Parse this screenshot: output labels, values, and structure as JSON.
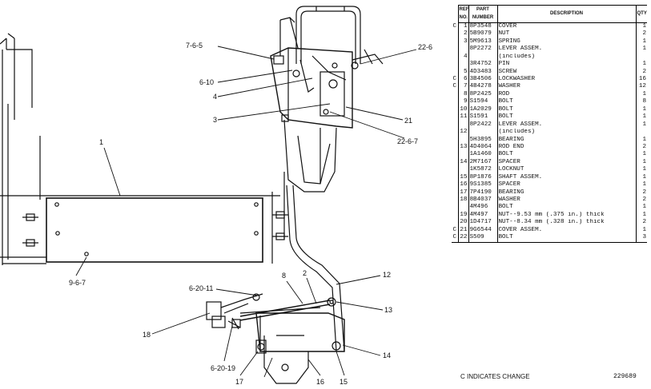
{
  "callouts": [
    "7-6-5",
    "6-10",
    "4",
    "3",
    "1",
    "22-6",
    "21",
    "22-6-7",
    "9-6-7",
    "6-20-11",
    "8",
    "2",
    "12",
    "13",
    "18",
    "6-20-19",
    "14",
    "17",
    "16",
    "15"
  ],
  "table": {
    "headers": {
      "ref": "REF. NO.",
      "part": "PART NUMBER",
      "desc": "DESCRIPTION",
      "qty": "QTY"
    },
    "rows": [
      {
        "chg": "C",
        "ref": "1",
        "part": "8P3548",
        "desc": "COVER",
        "qty": "1"
      },
      {
        "chg": "",
        "ref": "2",
        "part": "5B9079",
        "desc": "NUT",
        "qty": "2"
      },
      {
        "chg": "",
        "ref": "3",
        "part": "5M9613",
        "desc": "SPRING",
        "qty": "1"
      },
      {
        "chg": "",
        "ref": "",
        "part": "8P2272",
        "desc": "LEVER ASSEM.",
        "qty": "1"
      },
      {
        "chg": "",
        "ref": "4",
        "part": "",
        "desc": "(includes)",
        "qty": ""
      },
      {
        "chg": "",
        "ref": "",
        "part": "3R4752",
        "desc": "PIN",
        "qty": "1"
      },
      {
        "chg": "",
        "ref": "5",
        "part": "4D3483",
        "desc": "SCREW",
        "qty": "2"
      },
      {
        "chg": "C",
        "ref": "6",
        "part": "3B4506",
        "desc": "LOCKWASHER",
        "qty": "16"
      },
      {
        "chg": "C",
        "ref": "7",
        "part": "4B4278",
        "desc": "WASHER",
        "qty": "12"
      },
      {
        "chg": "",
        "ref": "8",
        "part": "8P2425",
        "desc": "ROD",
        "qty": "1"
      },
      {
        "chg": "",
        "ref": "9",
        "part": "S1594",
        "desc": "BOLT",
        "qty": "8"
      },
      {
        "chg": "",
        "ref": "10",
        "part": "1A2029",
        "desc": "BOLT",
        "qty": "1"
      },
      {
        "chg": "",
        "ref": "11",
        "part": "S1591",
        "desc": "BOLT",
        "qty": "1"
      },
      {
        "chg": "",
        "ref": "",
        "part": "8P2422",
        "desc": "LEVER ASSEM.",
        "qty": "1"
      },
      {
        "chg": "",
        "ref": "12",
        "part": "",
        "desc": "(includes)",
        "qty": ""
      },
      {
        "chg": "",
        "ref": "",
        "part": "5H3895",
        "desc": "BEARING",
        "qty": "1"
      },
      {
        "chg": "",
        "ref": "13",
        "part": "4D4064",
        "desc": "ROD END",
        "qty": "2"
      },
      {
        "chg": "",
        "ref": "",
        "part": "1A1460",
        "desc": "BOLT",
        "qty": "1"
      },
      {
        "chg": "",
        "ref": "14",
        "part": "2M7167",
        "desc": "SPACER",
        "qty": "1"
      },
      {
        "chg": "",
        "ref": "",
        "part": "1K5872",
        "desc": "LOCKNUT",
        "qty": "1"
      },
      {
        "chg": "",
        "ref": "15",
        "part": "8P1876",
        "desc": "SHAFT ASSEM.",
        "qty": "1"
      },
      {
        "chg": "",
        "ref": "16",
        "part": "9S1385",
        "desc": "SPACER",
        "qty": "1"
      },
      {
        "chg": "",
        "ref": "17",
        "part": "7P4190",
        "desc": "BEARING",
        "qty": "2"
      },
      {
        "chg": "",
        "ref": "18",
        "part": "8B4037",
        "desc": "WASHER",
        "qty": "2"
      },
      {
        "chg": "",
        "ref": "",
        "part": "4M496",
        "desc": "BOLT",
        "qty": "1"
      },
      {
        "chg": "",
        "ref": "19",
        "part": "4M497",
        "desc": "NUT--9.53 mm (.375 in.) thick",
        "qty": "1"
      },
      {
        "chg": "",
        "ref": "20",
        "part": "1D4717",
        "desc": "NUT--8.34 mm (.328 in.) thick",
        "qty": "2"
      },
      {
        "chg": "C",
        "ref": "21",
        "part": "9G6544",
        "desc": "COVER ASSEM.",
        "qty": "1"
      },
      {
        "chg": "C",
        "ref": "22",
        "part": "S509",
        "desc": "BOLT",
        "qty": "3"
      }
    ]
  },
  "footer": {
    "note": "C  INDICATES CHANGE",
    "id": "229689"
  }
}
